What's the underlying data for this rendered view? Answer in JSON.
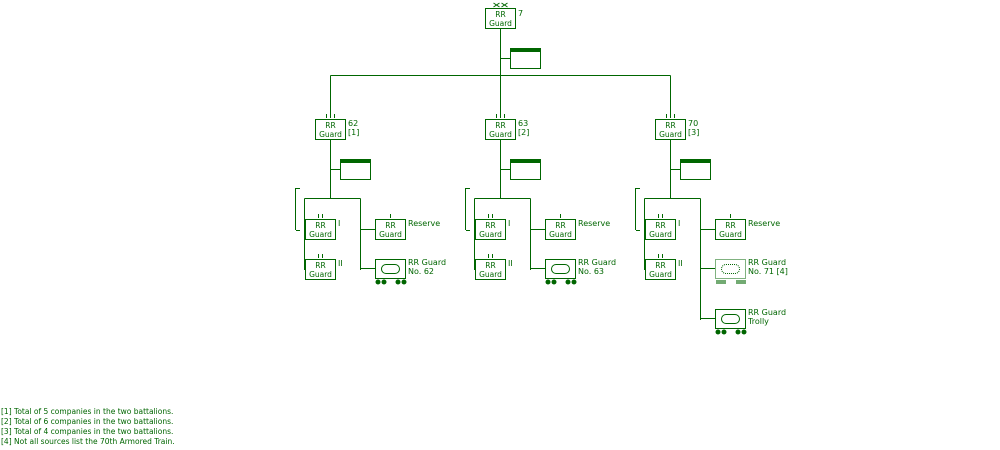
{
  "colors": {
    "line": "#006600",
    "background": "#ffffff"
  },
  "brigade": {
    "unit": "RR Guard",
    "echelon": "xx",
    "designation": "7"
  },
  "regiments": [
    {
      "unit": "RR Guard",
      "echelon": "lll",
      "designation": "63",
      "note_ref": "[2]",
      "battalions": [
        {
          "unit": "RR Guard",
          "echelon": "ll",
          "roman": "I"
        },
        {
          "unit": "RR Guard",
          "echelon": "ll",
          "roman": "II"
        }
      ],
      "reserve": {
        "unit": "RR Guard",
        "echelon": "l",
        "label": "Reserve"
      },
      "trains": [
        {
          "unit_line": "RR Guard",
          "name": "No. 63",
          "style": "solid"
        }
      ]
    },
    {
      "unit": "RR Guard",
      "echelon": "lll",
      "designation": "62",
      "note_ref": "[1]",
      "battalions": [
        {
          "unit": "RR Guard",
          "echelon": "ll",
          "roman": "I"
        },
        {
          "unit": "RR Guard",
          "echelon": "ll",
          "roman": "II"
        }
      ],
      "reserve": {
        "unit": "RR Guard",
        "echelon": "l",
        "label": "Reserve"
      },
      "trains": [
        {
          "unit_line": "RR Guard",
          "name": "No. 62",
          "style": "solid"
        }
      ]
    },
    {
      "unit": "RR Guard",
      "echelon": "lll",
      "designation": "70",
      "note_ref": "[3]",
      "battalions": [
        {
          "unit": "RR Guard",
          "echelon": "ll",
          "roman": "I"
        },
        {
          "unit": "RR Guard",
          "echelon": "ll",
          "roman": "II"
        }
      ],
      "reserve": {
        "unit": "RR Guard",
        "echelon": "l",
        "label": "Reserve"
      },
      "trains": [
        {
          "unit_line": "RR Guard",
          "name": "No. 71 [4]",
          "style": "dotted"
        },
        {
          "unit_line": "RR Guard",
          "name": "Trolly",
          "style": "solid"
        }
      ]
    }
  ],
  "footnotes": [
    "[1] Total of 5 companies in the two battalions.",
    "[2] Total of 6 companies in the two battalions.",
    "[3] Total of 4 companies in the two battalions.",
    "[4] Not all sources list the 70th Armored Train."
  ]
}
